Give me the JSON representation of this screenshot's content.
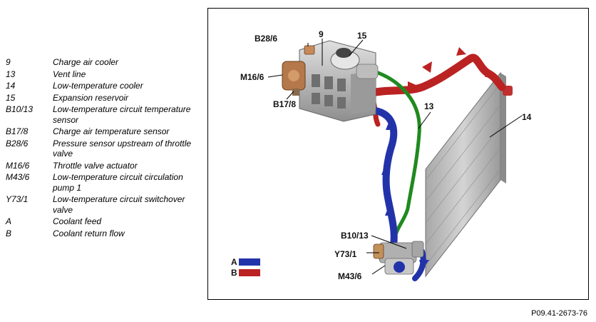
{
  "legend": [
    {
      "code": "9",
      "desc": "Charge air cooler"
    },
    {
      "code": "13",
      "desc": "Vent line"
    },
    {
      "code": "14",
      "desc": "Low-temperature cooler"
    },
    {
      "code": "15",
      "desc": "Expansion reservoir"
    },
    {
      "code": "B10/13",
      "desc": "Low-temperature circuit temperature sensor"
    },
    {
      "code": "B17/8",
      "desc": "Charge air temperature sensor"
    },
    {
      "code": "B28/6",
      "desc": "Pressure sensor upstream of throttle valve"
    },
    {
      "code": "M16/6",
      "desc": "Throttle valve actuator"
    },
    {
      "code": "M43/6",
      "desc": "Low-temperature circuit circulation pump 1"
    },
    {
      "code": "Y73/1",
      "desc": "Low-temperature circuit switchover valve"
    },
    {
      "code": "A",
      "desc": "Coolant feed"
    },
    {
      "code": "B",
      "desc": "Coolant return flow"
    }
  ],
  "diagram": {
    "callouts": {
      "b28_6": "B28/6",
      "c9": "9",
      "c15": "15",
      "m16_6": "M16/6",
      "b17_8": "B17/8",
      "c13": "13",
      "c14": "14",
      "b10_13": "B10/13",
      "y73_1": "Y73/1",
      "m43_6": "M43/6"
    },
    "flow_key": [
      {
        "label": "A",
        "color": "#2233aa"
      },
      {
        "label": "B",
        "color": "#bb2222"
      }
    ]
  },
  "colors": {
    "feed": "#2233aa",
    "return": "#bb2222",
    "vent": "#1f8a1f",
    "cooler": "#b9b9b9"
  },
  "figure_ref": "P09.41-2673-76"
}
